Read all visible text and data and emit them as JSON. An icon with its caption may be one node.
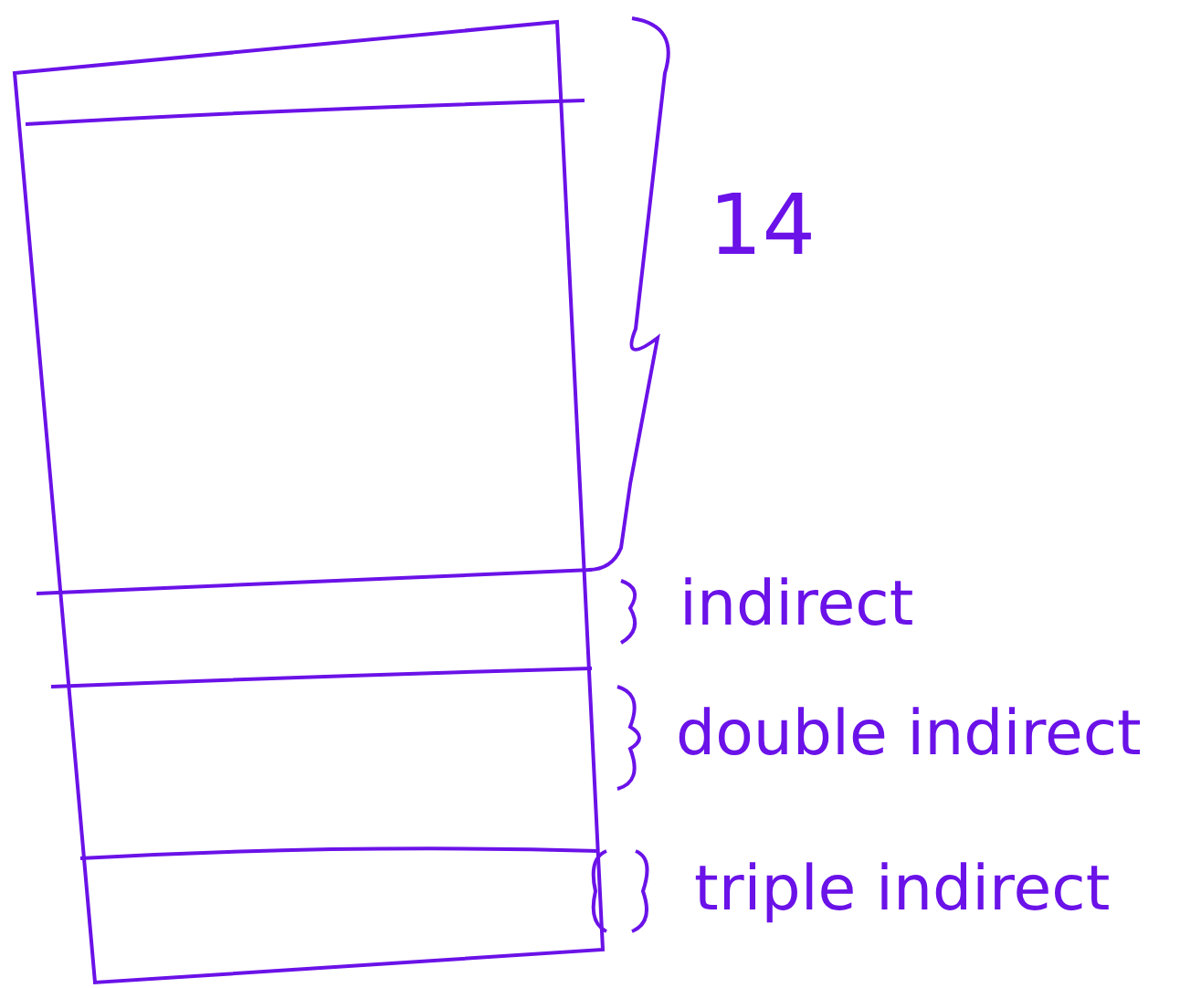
{
  "diagram": {
    "labels": [
      "14",
      "indirect",
      "double indirect",
      "triple indirect"
    ]
  }
}
